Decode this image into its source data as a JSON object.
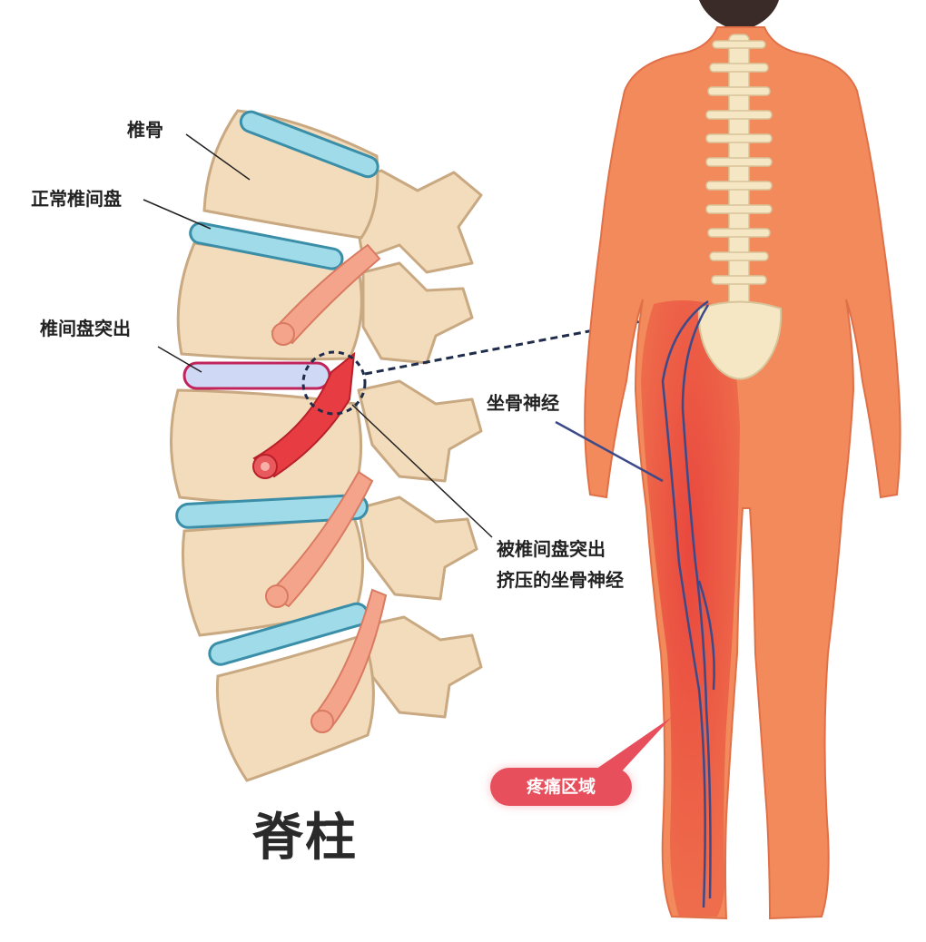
{
  "labels": {
    "vertebra": "椎骨",
    "normal_disc": "正常椎间盘",
    "disc_herniation": "椎间盘突出",
    "sciatic_nerve": "坐骨神经",
    "compressed_nerve_line1": "被椎间盘突出",
    "compressed_nerve_line2": "挤压的坐骨神经",
    "spine_title": "脊柱",
    "pain_area": "疼痛区域"
  },
  "colors": {
    "bone": "#f3dcbc",
    "bone_outline": "#c9a982",
    "disc": "#9fdbe8",
    "disc_outline": "#3a8ea8",
    "herniated_disc": "#cfd8f4",
    "herniated_outline": "#c0245a",
    "nerve": "#f4a48a",
    "compressed_nerve": "#e83c43",
    "skin": "#f28a5c",
    "pain_leg": "#e8503c",
    "sciatic_line": "#3c4a8a",
    "badge": "#e84f5c"
  }
}
